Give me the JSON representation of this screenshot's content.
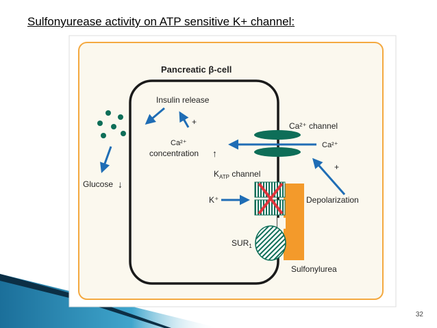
{
  "slide": {
    "title": "Sulfonyurease activity on ATP sensitive K+ channel:",
    "page_number": "32"
  },
  "diagram": {
    "cell_label": "Pancreatic β-cell",
    "insulin_release": "Insulin release",
    "plus_sign": "+",
    "ca_conc_line1": "Ca²⁺",
    "ca_conc_line2": "concentration",
    "ca_channel": "Ca²⁺ channel",
    "ca_ion": "Ca²⁺",
    "katp_k": "K",
    "katp_sub": "ATP",
    "katp_rest": " channel",
    "k_ion": "K⁺",
    "depolarization": "Depolarization",
    "sur": "SUR",
    "sur_sub": "1",
    "sulfonylurea": "Sulfonylurea",
    "glucose": "Glucose",
    "up_arrow": "↑",
    "down_arrow": "↓"
  },
  "colors": {
    "frame_border": "#f4a940",
    "frame_fill": "#fbf8ee",
    "teal": "#0e6e58",
    "blue_arrow": "#1f6db5",
    "cross": "#e0353c",
    "sulfonylurea": "#f39a2b",
    "accent_bar": "#2b8bb5"
  }
}
